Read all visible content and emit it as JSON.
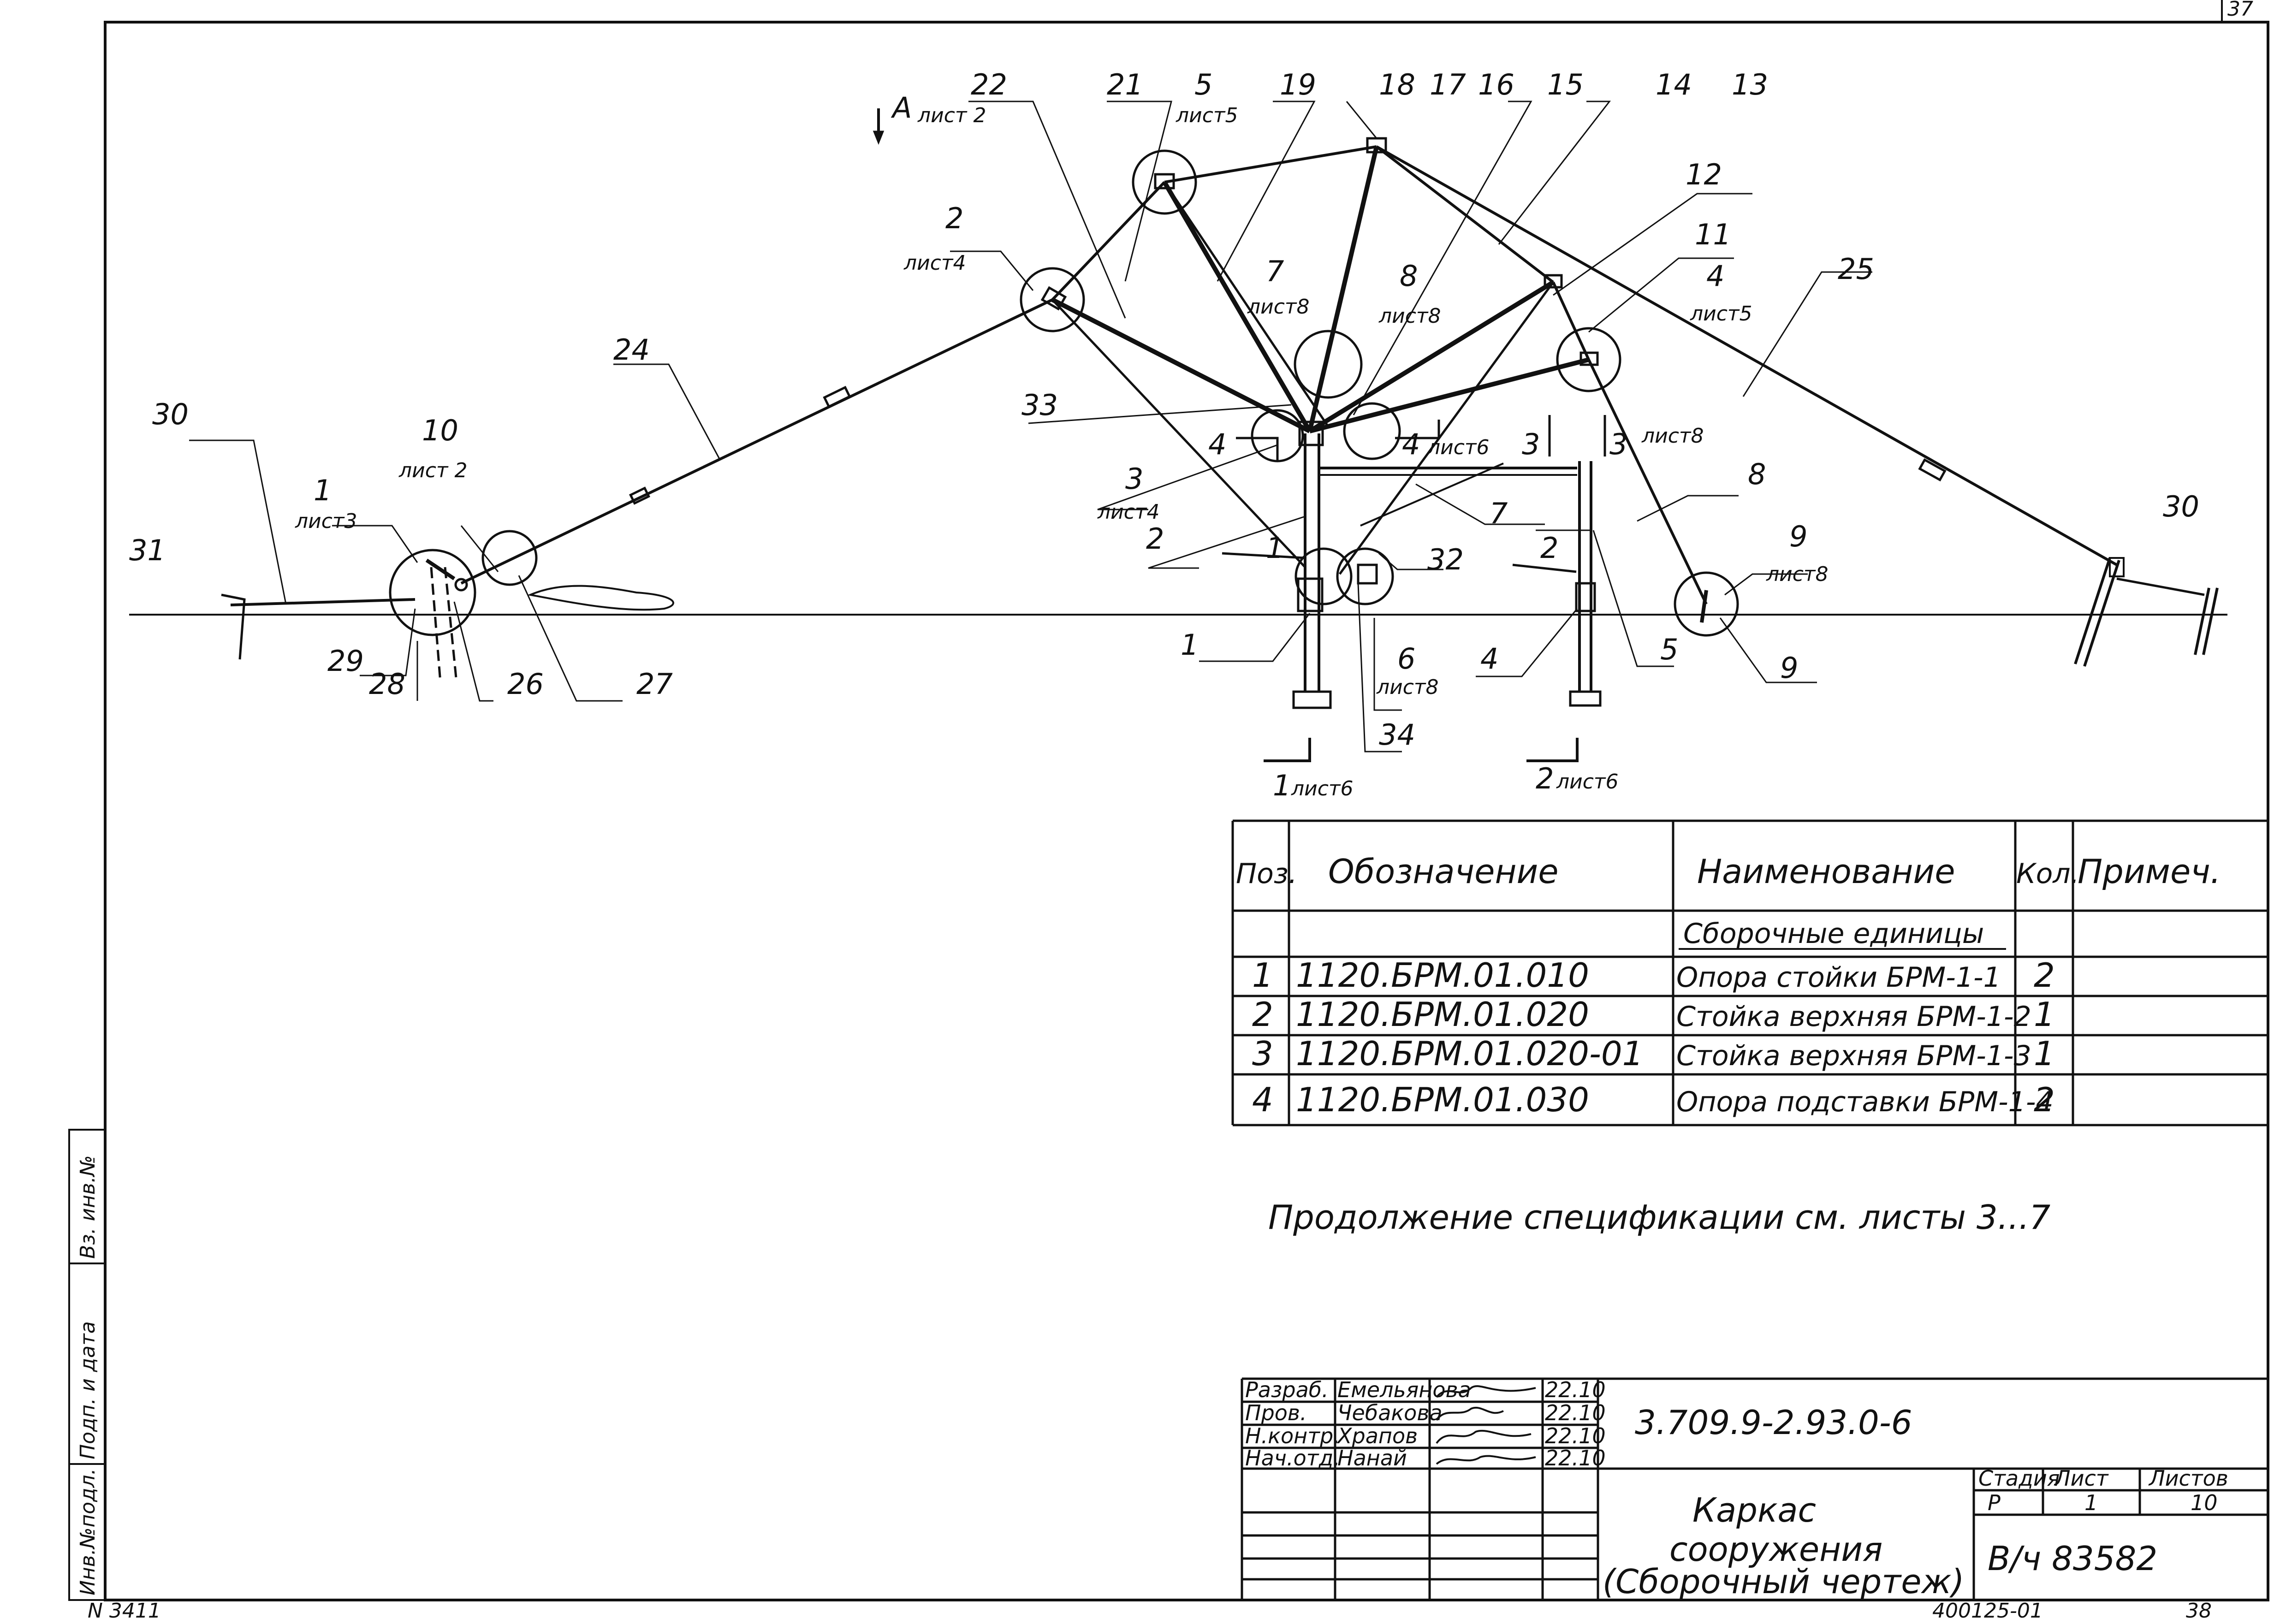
{
  "sheet": {
    "corner_top": "37",
    "corner_bottom": "38",
    "archive_number": "400125-01",
    "inventory_note": "N 3411",
    "side_stamp": [
      "Инв.№подл.",
      "Подп. и дата",
      "Вз. инв.№"
    ]
  },
  "drawing": {
    "labels": [
      {
        "text": "22"
      },
      {
        "text": "21"
      },
      {
        "text": "5"
      },
      {
        "text": "19"
      },
      {
        "text": "18"
      },
      {
        "text": "17"
      },
      {
        "text": "16"
      },
      {
        "text": "15"
      },
      {
        "text": "14"
      },
      {
        "text": "13"
      },
      {
        "text": "12"
      },
      {
        "text": "11"
      },
      {
        "text": "4"
      },
      {
        "text": "25"
      },
      {
        "text": "2"
      },
      {
        "text": "7"
      },
      {
        "text": "8"
      },
      {
        "text": "24"
      },
      {
        "text": "33"
      },
      {
        "text": "30"
      },
      {
        "text": "10"
      },
      {
        "text": "1"
      },
      {
        "text": "31"
      },
      {
        "text": "3"
      },
      {
        "text": "2"
      },
      {
        "text": "7"
      },
      {
        "text": "8"
      },
      {
        "text": "9"
      },
      {
        "text": "30"
      },
      {
        "text": "32"
      },
      {
        "text": "2"
      },
      {
        "text": "1"
      },
      {
        "text": "5"
      },
      {
        "text": "9"
      },
      {
        "text": "29"
      },
      {
        "text": "28"
      },
      {
        "text": "26"
      },
      {
        "text": "27"
      },
      {
        "text": "1"
      },
      {
        "text": "6"
      },
      {
        "text": "4"
      },
      {
        "text": "34"
      },
      {
        "text": "4"
      },
      {
        "text": "4"
      },
      {
        "text": "3"
      },
      {
        "text": "3"
      },
      {
        "text": "1"
      },
      {
        "text": "2"
      }
    ],
    "sheet_refs": [
      {
        "text": "лист 2"
      },
      {
        "text": "лист5"
      },
      {
        "text": "лист4"
      },
      {
        "text": "лист8"
      },
      {
        "text": "лист8"
      },
      {
        "text": "лист5"
      },
      {
        "text": "лист 2"
      },
      {
        "text": "лист3"
      },
      {
        "text": "лист4"
      },
      {
        "text": "лист6"
      },
      {
        "text": "лист8"
      },
      {
        "text": "лист8"
      },
      {
        "text": "лист8"
      },
      {
        "text": "лист6"
      },
      {
        "text": "лист6"
      }
    ],
    "view_arrow_letter": "А"
  },
  "spec_table": {
    "headers": [
      "Поз.",
      "Обозначение",
      "Наименование",
      "Кол.",
      "Примеч."
    ],
    "section": "Сборочные единицы",
    "rows": [
      {
        "pos": "1",
        "code": "1120.БРМ.01.010",
        "name": "Опора стойки БРМ-1-1",
        "qty": "2",
        "note": ""
      },
      {
        "pos": "2",
        "code": "1120.БРМ.01.020",
        "name": "Стойка верхняя БРМ-1-2",
        "qty": "1",
        "note": ""
      },
      {
        "pos": "3",
        "code": "1120.БРМ.01.020-01",
        "name": "Стойка верхняя БРМ-1-3",
        "qty": "1",
        "note": ""
      },
      {
        "pos": "4",
        "code": "1120.БРМ.01.030",
        "name": "Опора подставки БРМ-1-4",
        "qty": "2",
        "note": ""
      }
    ]
  },
  "continuation_note": "Продолжение спецификации см. листы 3...7",
  "title_block": {
    "roles": [
      {
        "role": "Разраб.",
        "name": "Емельянова",
        "date": "22.10"
      },
      {
        "role": "Пров.",
        "name": "Чебакова",
        "date": "22.10"
      },
      {
        "role": "Н.контр.",
        "name": "Храпов",
        "date": "22.10"
      },
      {
        "role": "Нач.отд.",
        "name": "Нанай",
        "date": "22.10"
      }
    ],
    "doc_code": "3.709.9-2.93.0-6",
    "title_line1": "Каркас",
    "title_line2": "сооружения",
    "title_line3": "(Сборочный чертеж)",
    "stage_header": "Стадия",
    "sheet_header": "Лист",
    "sheets_header": "Листов",
    "stage": "Р",
    "sheet": "1",
    "sheets": "10",
    "org": "В/ч 83582"
  }
}
